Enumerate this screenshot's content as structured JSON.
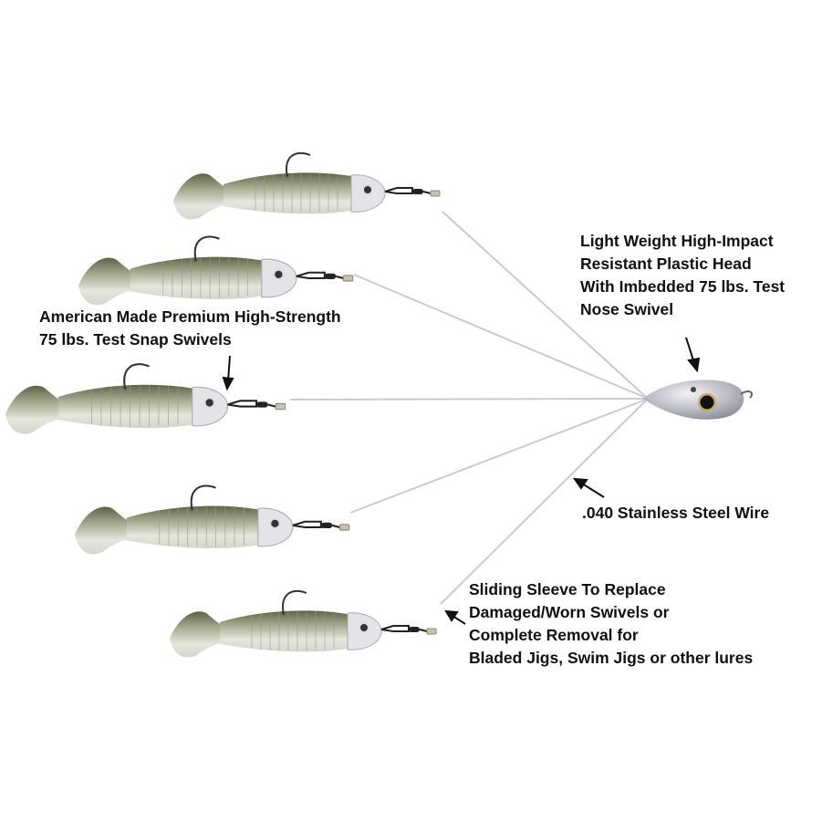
{
  "labels": {
    "head": [
      "Light Weight High-Impact",
      "Resistant Plastic Head",
      "With Imbedded 75 lbs. Test",
      "Nose Swivel"
    ],
    "swivels": [
      "American Made Premium High-Strength",
      "75 lbs. Test Snap Swivels"
    ],
    "wire": [
      ".040 Stainless Steel Wire"
    ],
    "sleeve": [
      "Sliding Sleeve To Replace",
      "Damaged/Worn Swivels or",
      "Complete Removal for",
      "Bladed Jigs, Swim Jigs or other lures"
    ]
  },
  "colors": {
    "wire": "#c8cccc",
    "body": "#c9ccbe",
    "back": "#6f7358",
    "head": "#b9b9c2",
    "text": "#111111"
  }
}
